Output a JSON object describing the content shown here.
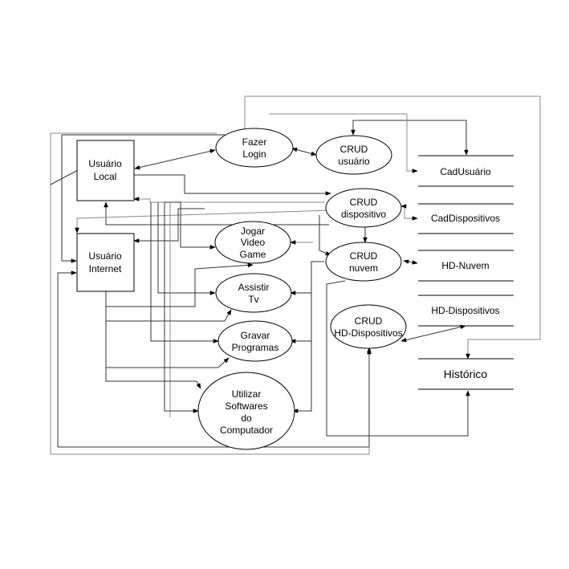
{
  "diagram": {
    "type": "data-flow-diagram",
    "entities": [
      {
        "id": "usuario-local",
        "lines": [
          "Usuário",
          "Local"
        ]
      },
      {
        "id": "usuario-internet",
        "lines": [
          "Usuário",
          "Internet"
        ]
      }
    ],
    "processes": [
      {
        "id": "fazer-login",
        "lines": [
          "Fazer",
          "Login"
        ]
      },
      {
        "id": "crud-usuario",
        "lines": [
          "CRUD",
          "usuário"
        ]
      },
      {
        "id": "crud-dispositivo",
        "lines": [
          "CRUD",
          "dispositivo"
        ]
      },
      {
        "id": "crud-nuvem",
        "lines": [
          "CRUD",
          "nuvem"
        ]
      },
      {
        "id": "crud-hd-dispositivos",
        "lines": [
          "CRUD",
          "HD-Dispositivos"
        ]
      },
      {
        "id": "jogar-video-game",
        "lines": [
          "Jogar",
          "Video",
          "Game"
        ]
      },
      {
        "id": "assistir-tv",
        "lines": [
          "Assistir",
          "Tv"
        ]
      },
      {
        "id": "gravar-programas",
        "lines": [
          "Gravar",
          "Programas"
        ]
      },
      {
        "id": "utilizar-softwares",
        "lines": [
          "Utilizar",
          "Softwares",
          "do",
          "Computador"
        ]
      }
    ],
    "stores": [
      {
        "id": "cad-usuario",
        "label": "CadUsuário"
      },
      {
        "id": "cad-dispositivos",
        "label": "CadDispositivos"
      },
      {
        "id": "hd-nuvem",
        "label": "HD-Nuvem"
      },
      {
        "id": "hd-dispositivos",
        "label": "HD-Dispositivos"
      },
      {
        "id": "historico",
        "label": "Histórico"
      }
    ],
    "flows": [
      {
        "from": "usuario-local",
        "to": "fazer-login",
        "bidirectional": true
      },
      {
        "from": "fazer-login",
        "to": "crud-usuario",
        "bidirectional": true
      },
      {
        "from": "cad-usuario",
        "to": "crud-usuario"
      },
      {
        "from": "fazer-login",
        "to": "cad-usuario"
      },
      {
        "from": "fazer-login",
        "to": "historico"
      },
      {
        "from": "usuario-local",
        "to": "crud-dispositivo"
      },
      {
        "from": "crud-dispositivo",
        "to": "cad-dispositivos",
        "bidirectional": true
      },
      {
        "from": "crud-dispositivo",
        "to": "crud-nuvem"
      },
      {
        "from": "crud-nuvem",
        "to": "hd-nuvem",
        "bidirectional": true
      },
      {
        "from": "crud-hd-dispositivos",
        "to": "hd-dispositivos",
        "bidirectional": true
      },
      {
        "from": "crud-nuvem",
        "to": "historico"
      },
      {
        "from": "usuario-local",
        "to": "jogar-video-game"
      },
      {
        "from": "usuario-local",
        "to": "assistir-tv"
      },
      {
        "from": "usuario-local",
        "to": "gravar-programas"
      },
      {
        "from": "usuario-local",
        "to": "utilizar-softwares"
      },
      {
        "from": "usuario-internet",
        "to": "jogar-video-game"
      },
      {
        "from": "usuario-internet",
        "to": "assistir-tv"
      },
      {
        "from": "usuario-internet",
        "to": "gravar-programas"
      },
      {
        "from": "usuario-internet",
        "to": "utilizar-softwares"
      },
      {
        "from": "crud-nuvem",
        "to": "jogar-video-game"
      },
      {
        "from": "crud-nuvem",
        "to": "assistir-tv"
      },
      {
        "from": "crud-nuvem",
        "to": "gravar-programas"
      },
      {
        "from": "crud-nuvem",
        "to": "utilizar-softwares"
      }
    ]
  }
}
